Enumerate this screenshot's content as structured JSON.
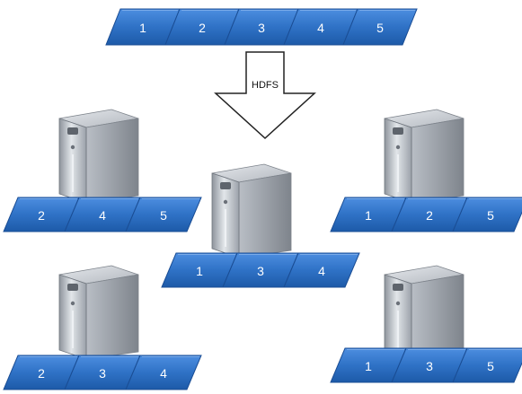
{
  "source_file": {
    "blocks": [
      "1",
      "2",
      "3",
      "4",
      "5"
    ]
  },
  "arrow": {
    "label": "HDFS"
  },
  "nodes": [
    {
      "name": "node-top-left",
      "blocks": [
        "2",
        "4",
        "5"
      ]
    },
    {
      "name": "node-center",
      "blocks": [
        "1",
        "3",
        "4"
      ]
    },
    {
      "name": "node-top-right",
      "blocks": [
        "1",
        "2",
        "5"
      ]
    },
    {
      "name": "node-bottom-left",
      "blocks": [
        "2",
        "3",
        "4"
      ]
    },
    {
      "name": "node-bottom-right",
      "blocks": [
        "1",
        "3",
        "5"
      ]
    }
  ],
  "colors": {
    "block_fill": "#2f72c6",
    "block_stroke": "#1a4d94",
    "server_body": "#a4a9b0",
    "server_front": "#c9ced5"
  }
}
